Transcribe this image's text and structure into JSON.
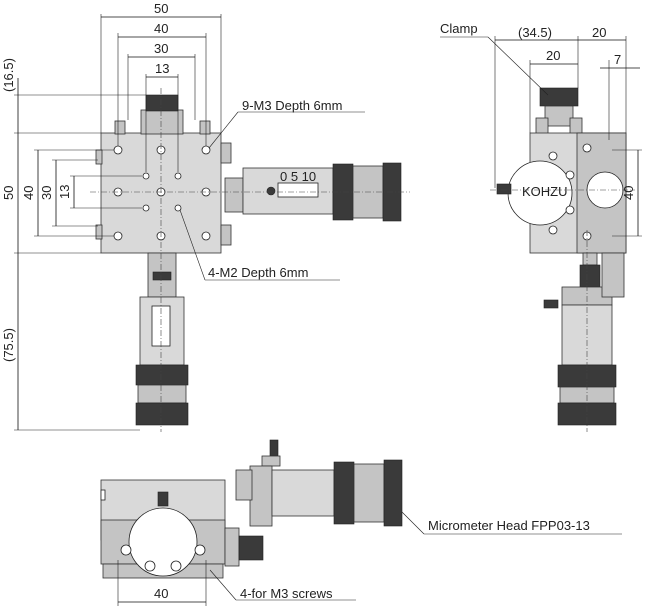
{
  "dims": {
    "top_50": "50",
    "top_40": "40",
    "top_30": "30",
    "top_13": "13",
    "left_16_5": "(16.5)",
    "left_50": "50",
    "left_40": "40",
    "left_30": "30",
    "left_13": "13",
    "left_75_5": "(75.5)",
    "side_34_5": "(34.5)",
    "side_20a": "20",
    "side_20b": "20",
    "side_7": "7",
    "side_40": "40",
    "bottom_40": "40"
  },
  "labels": {
    "clamp": "Clamp",
    "m3_holes": "9-M3 Depth 6mm",
    "m2_holes": "4-M2 Depth 6mm",
    "micrometer": "Micrometer Head FPP03-13",
    "screws": "4-for M3 screws"
  },
  "scale_text": {
    "top_scale": "0 5 10",
    "brand": "KOHZU"
  }
}
